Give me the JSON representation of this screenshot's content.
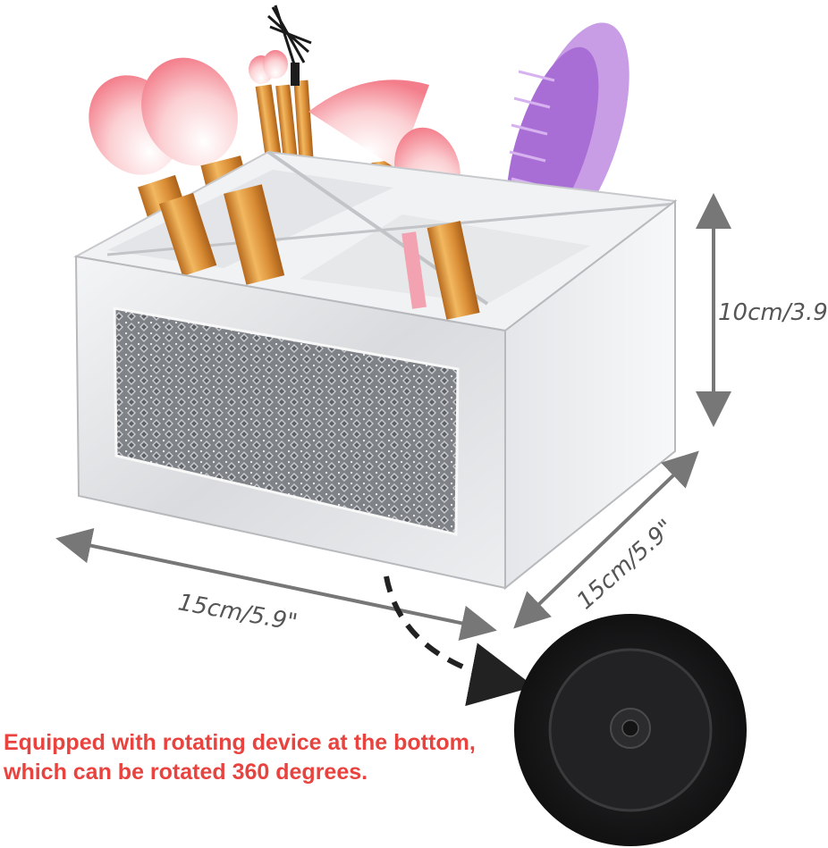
{
  "dimensions": {
    "height_label": "10cm/3.9\"",
    "depth_label": "15cm/5.9\"",
    "width_label": "15cm/5.9\""
  },
  "caption": {
    "line1": "Equipped with rotating device at the bottom,",
    "line2": "which can be rotated 360 degrees."
  },
  "colors": {
    "caption": "#e8433f",
    "dimension_arrows": "#777777",
    "mirror_box": "#e6e7e9",
    "crystal_panel": "#8d9095",
    "brush_handle": "#d9943c",
    "bristles": "#f59aa2",
    "comb": "#c79ae3",
    "base": "#1c1c1e"
  }
}
